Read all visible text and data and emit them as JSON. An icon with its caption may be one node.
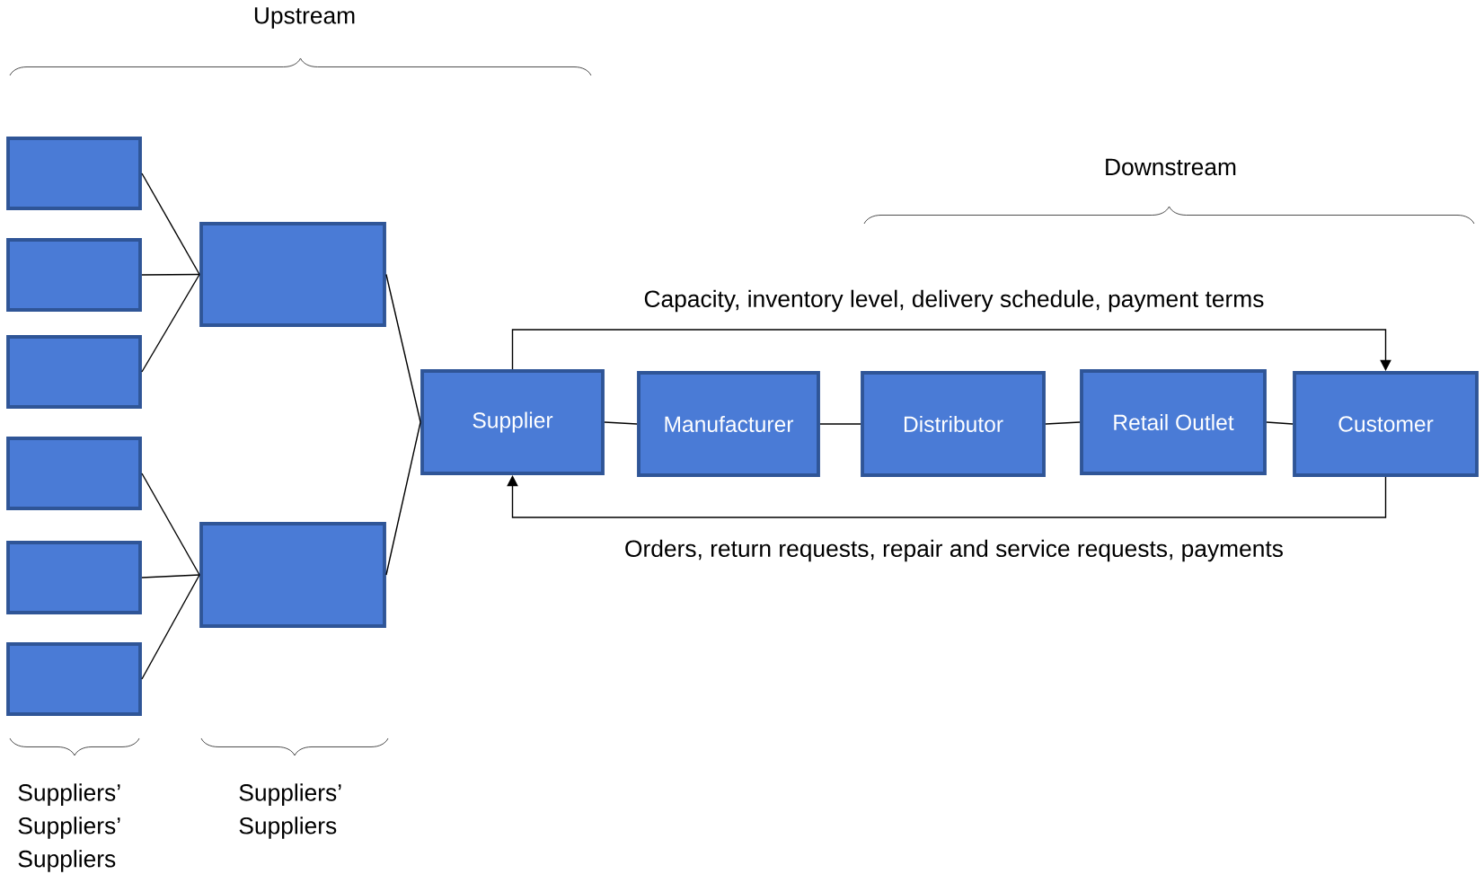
{
  "diagram": {
    "nodes": [
      {
        "text": [],
        "shape": "box"
      },
      {
        "text": [],
        "shape": "box"
      },
      {
        "text": [],
        "shape": "box"
      },
      {
        "text": [],
        "shape": "box"
      },
      {
        "text": [],
        "shape": "box"
      },
      {
        "text": [],
        "shape": "box"
      },
      {
        "text": [],
        "shape": "box"
      },
      {
        "text": [],
        "shape": "box"
      },
      {
        "text": [
          "Supplier"
        ]
      },
      {
        "text": [
          "Manufacturer"
        ]
      },
      {
        "text": [
          "Distributor"
        ]
      },
      {
        "text": [
          "Retail Outlet"
        ]
      },
      {
        "text": [
          "Customer"
        ]
      }
    ],
    "edges": [
      {
        "from": 0,
        "to": 6,
        "arrow": "none"
      },
      {
        "from": 1,
        "to": 6,
        "arrow": "none"
      },
      {
        "from": 2,
        "to": 6,
        "arrow": "none"
      },
      {
        "from": 3,
        "to": 7,
        "arrow": "none"
      },
      {
        "from": 4,
        "to": 7,
        "arrow": "none"
      },
      {
        "from": 5,
        "to": 7,
        "arrow": "none"
      },
      {
        "from": 6,
        "to": 8,
        "arrow": "none"
      },
      {
        "from": 7,
        "to": 8,
        "arrow": "none"
      },
      {
        "from": 8,
        "to": 9,
        "arrow": "none"
      },
      {
        "from": 9,
        "to": 10,
        "arrow": "none"
      },
      {
        "from": 10,
        "to": 11,
        "arrow": "none"
      },
      {
        "from": 11,
        "to": 12,
        "arrow": "none"
      },
      {
        "from": 8,
        "to": 12,
        "arrow": "to",
        "label": "Capacity, inventory level, delivery schedule, payment terms"
      },
      {
        "from": 12,
        "to": 8,
        "arrow": "to",
        "label": "Orders, return requests, repair and service requests, payments"
      }
    ],
    "labels": [
      "Upstream",
      "Downstream",
      "Suppliers’ Suppliers’ Suppliers",
      "Suppliers’ Suppliers"
    ]
  }
}
